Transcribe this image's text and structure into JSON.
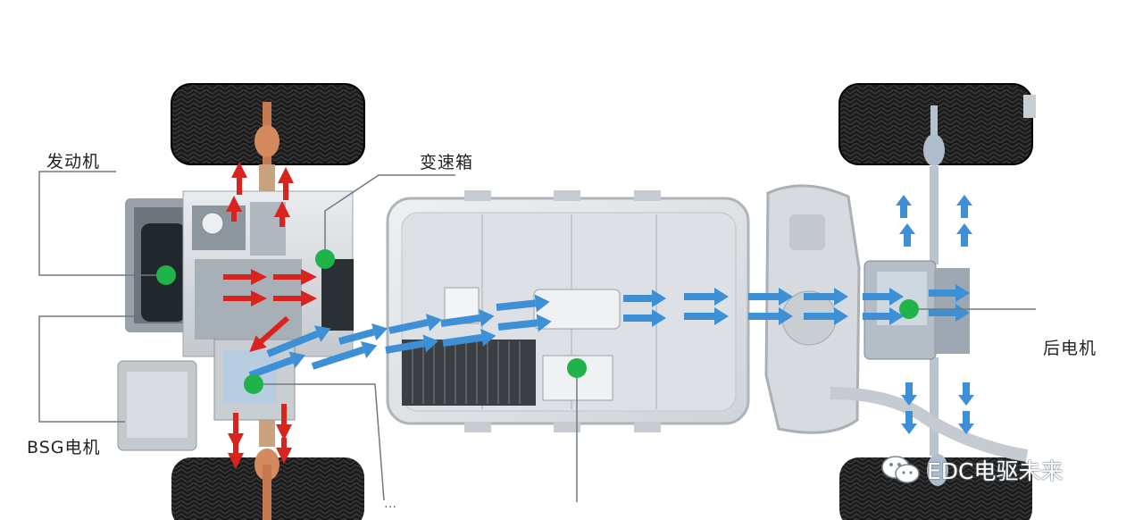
{
  "labels": {
    "engine": "发动机",
    "transmission": "变速箱",
    "bsg_motor": "BSG电机",
    "rear_motor": "后电机",
    "bottom_partial": "…"
  },
  "watermark": {
    "text": "EDC电驱未来",
    "icon": "wechat-icon"
  },
  "colors": {
    "engine_flow": "#d9231f",
    "electric_flow": "#3d8fd6",
    "component_marker": "#1fb34a",
    "callout_line": "#6c7a86"
  }
}
